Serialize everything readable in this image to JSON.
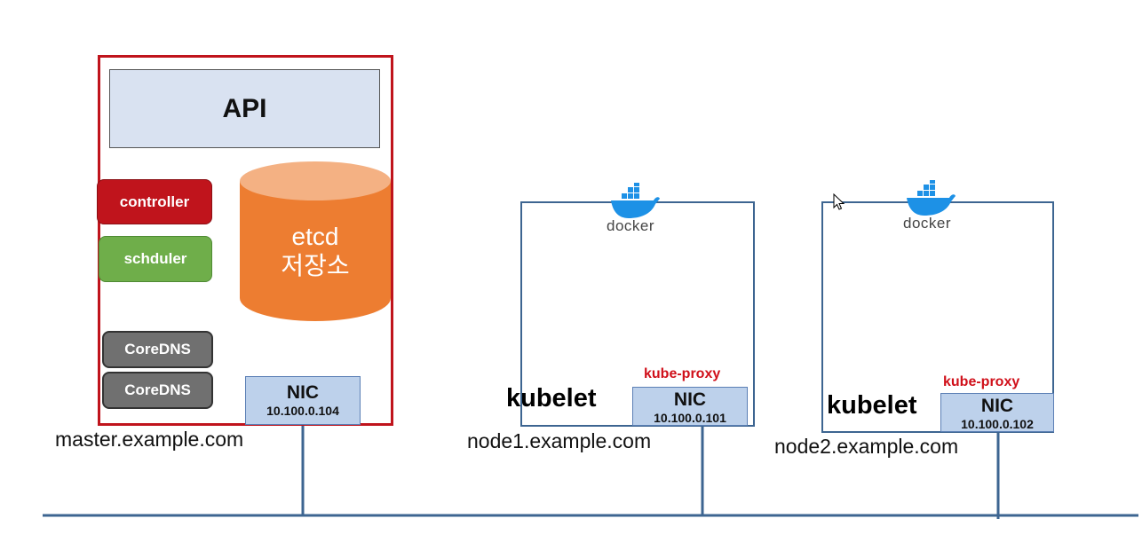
{
  "master": {
    "api_label": "API",
    "controller_label": "controller",
    "scheduler_label": "schduler",
    "coredns_labels": [
      "CoreDNS",
      "CoreDNS"
    ],
    "etcd_line1": "etcd",
    "etcd_line2": "저장소",
    "nic_label": "NIC",
    "nic_ip": "10.100.0.104",
    "hostname": "master.example.com"
  },
  "node1": {
    "docker_label": "docker",
    "kubelet_label": "kubelet",
    "kube_proxy_label": "kube-proxy",
    "nic_label": "NIC",
    "nic_ip": "10.100.0.101",
    "hostname": "node1.example.com"
  },
  "node2": {
    "docker_label": "docker",
    "kubelet_label": "kubelet",
    "kube_proxy_label": "kube-proxy",
    "nic_label": "NIC",
    "nic_ip": "10.100.0.102",
    "hostname": "node2.example.com"
  },
  "colors": {
    "master_border": "#c0141c",
    "controller": "#c0141c",
    "scheduler": "#6fae4a",
    "coredns": "#707070",
    "etcd": "#ed7d31",
    "api_fill": "#d9e2f1",
    "nic_fill": "#bdd1eb",
    "node_border": "#3d6591",
    "network_line": "#3d6591",
    "kube_proxy_text": "#d0101a",
    "docker_whale": "#1d91e6"
  },
  "icons": {
    "docker": "docker-whale-icon",
    "cursor": "mouse-cursor-icon"
  }
}
